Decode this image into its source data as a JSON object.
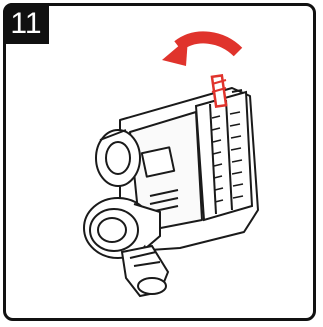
{
  "step": {
    "number": "11"
  },
  "colors": {
    "frame": "#111111",
    "badge_bg": "#111111",
    "badge_text": "#ffffff",
    "arrow": "#e0332c",
    "line_art": "#1a1a1a"
  },
  "illustration": {
    "subject": "vacuum-brush-head-underside",
    "arrow_direction": "counter-clockwise"
  }
}
